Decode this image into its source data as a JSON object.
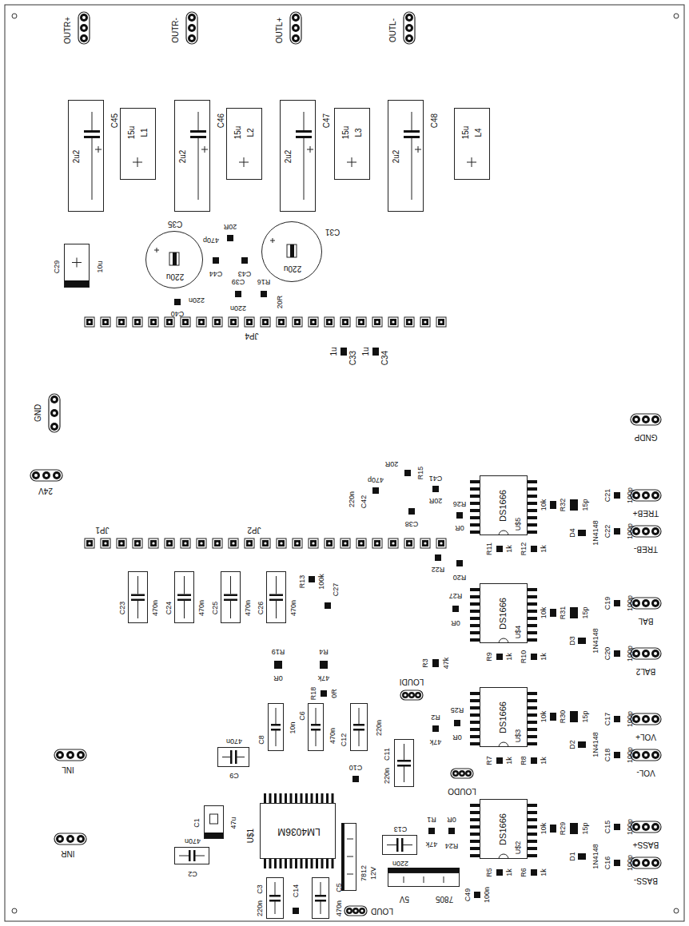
{
  "diagram": {
    "nodes": [
      {
        "text": [
          "2u2",
          "C45"
        ]
      },
      {
        "text": [
          "15u",
          "L1"
        ]
      },
      {
        "text": [
          "2u2",
          "C46"
        ]
      },
      {
        "text": [
          "15u",
          "L2"
        ]
      },
      {
        "text": [
          "2u2",
          "C47"
        ]
      },
      {
        "text": [
          "15u",
          "L3"
        ]
      },
      {
        "text": [
          "2u2",
          "C48"
        ]
      },
      {
        "text": [
          "15u",
          "L4"
        ]
      },
      {
        "text": [
          "10u",
          "C29"
        ]
      },
      {
        "text": [
          "220u",
          "C35"
        ]
      },
      {
        "text": [
          "220u",
          "C31"
        ]
      },
      {
        "text": [
          "C23",
          "470n"
        ]
      },
      {
        "text": [
          "C24",
          "470n"
        ]
      },
      {
        "text": [
          "C25",
          "470n"
        ]
      },
      {
        "text": [
          "C26",
          "470n"
        ]
      },
      {
        "text": [
          "DS1666",
          "U$5"
        ]
      },
      {
        "text": [
          "DS1666",
          "U$4"
        ]
      },
      {
        "text": [
          "DS1666",
          "U$3"
        ]
      },
      {
        "text": [
          "DS1666",
          "U$2"
        ]
      },
      {
        "text": [
          "LM4036M",
          "U$1"
        ]
      },
      {
        "text": [
          "7812",
          "12V"
        ]
      },
      {
        "text": [
          "7805",
          "5V"
        ]
      },
      {
        "text": [
          "C1",
          "47u"
        ]
      },
      {
        "text": [
          "470n",
          "C2"
        ]
      },
      {
        "text": [
          "470n",
          "C9"
        ]
      },
      {
        "text": [
          "C8",
          "10n"
        ]
      },
      {
        "text": [
          "C6",
          "470n"
        ]
      },
      {
        "text": [
          "C12",
          "220n"
        ]
      },
      {
        "text": [
          "C11",
          "220n"
        ]
      },
      {
        "text": [
          "C13",
          "220n"
        ]
      },
      {
        "text": [
          "C3",
          "220n"
        ]
      },
      {
        "text": [
          "C5",
          "470n"
        ]
      }
    ],
    "labels": [
      "OUTR+",
      "OUTR-",
      "OUTL+",
      "OUTL-",
      "JP4",
      "1u",
      "C33",
      "1u",
      "C34",
      "GND",
      "24V",
      "JP1",
      "JP2",
      "INL",
      "INR",
      "LOUD",
      "LOUDO",
      "LOUDI",
      "GNDP",
      "TREB+",
      "TREB-",
      "BAL",
      "BAL2",
      "VOL+",
      "VOL-",
      "BASS+",
      "BASS-",
      "20R",
      "470p",
      "C44",
      "C43",
      "R16",
      "20R",
      "C39",
      "220n",
      "C40",
      "220n",
      "20R",
      "R15",
      "470p",
      "C42",
      "220n",
      "C41",
      "20R",
      "C38",
      "R26",
      "0R",
      "R22",
      "R20",
      "10k",
      "R32",
      "15p",
      "D4",
      "1N4148",
      "C21",
      "100p",
      "C22",
      "100p",
      "R11",
      "1k",
      "R12",
      "1k",
      "10k",
      "R31",
      "15p",
      "D3",
      "1N4148",
      "C19",
      "100p",
      "C20",
      "100p",
      "R9",
      "1k",
      "R10",
      "1k",
      "10k",
      "R30",
      "15p",
      "D2",
      "1N4148",
      "C17",
      "100p",
      "C18",
      "100p",
      "R7",
      "1k",
      "R8",
      "1k",
      "10k",
      "R29",
      "15p",
      "D1",
      "1N4148",
      "C15",
      "100p",
      "C16",
      "100p",
      "R5",
      "1k",
      "R6",
      "1k",
      "R27",
      "0R",
      "R3",
      "47k",
      "R2",
      "47k",
      "R25",
      "0R",
      "R1",
      "47k",
      "0R",
      "R24",
      "R13",
      "100k",
      "C27",
      "R19",
      "0R",
      "R4",
      "47k",
      "R18",
      "0R",
      "C10",
      "C14",
      "C49",
      "100n"
    ]
  }
}
